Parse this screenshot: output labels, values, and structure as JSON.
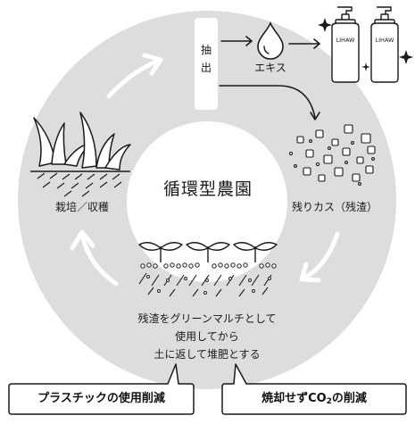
{
  "center_label": "循環型農園",
  "extraction": {
    "char1": "抽",
    "char2": "出"
  },
  "essence_label": "エキス",
  "bottle_brand_left": "LIHAW",
  "bottle_brand_right": "LIHAW",
  "residue_label": "残りカス（残渣）",
  "cultivation_label": "栽培／収穫",
  "mulch_lines": [
    "残渣をグリーンマルチとして",
    "使用してから",
    "土に返して堆肥とする"
  ],
  "callout_left": "プラスチックの使用削減",
  "callout_right_prefix": "焼却せずCO",
  "callout_right_sub": "2",
  "callout_right_suffix": "の削減",
  "colors": {
    "ring": "#dcdddf",
    "stroke": "#1a1a1a",
    "arrow_white": "#ffffff"
  }
}
